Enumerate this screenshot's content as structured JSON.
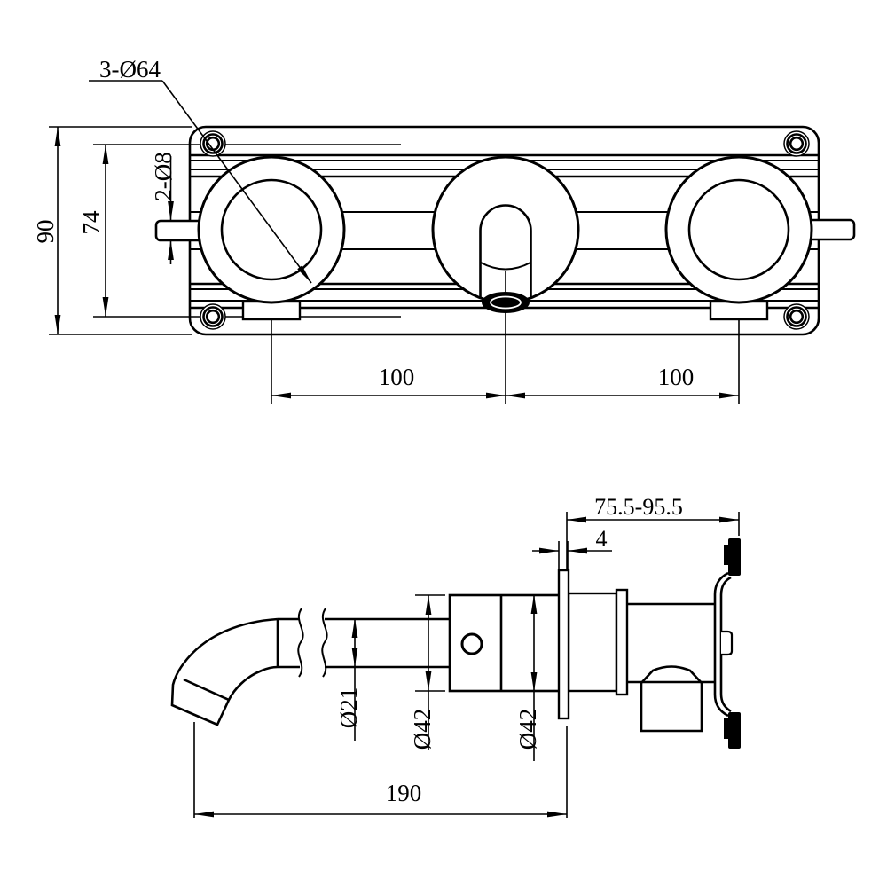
{
  "background": "#ffffff",
  "line_color": "#000000",
  "front_view": {
    "callout_knobs": "3-Ø64",
    "callout_screws": "2-Ø8",
    "dim_height": "90",
    "dim_screw_spacing": "74",
    "dim_spacing_left": "100",
    "dim_spacing_right": "100"
  },
  "side_view": {
    "dim_depth_range": "75.5-95.5",
    "dim_plate_thickness": "4",
    "dim_spout_tube": "Ø21",
    "dim_body_front": "Ø42",
    "dim_body_rear": "Ø42",
    "dim_reach": "190"
  }
}
